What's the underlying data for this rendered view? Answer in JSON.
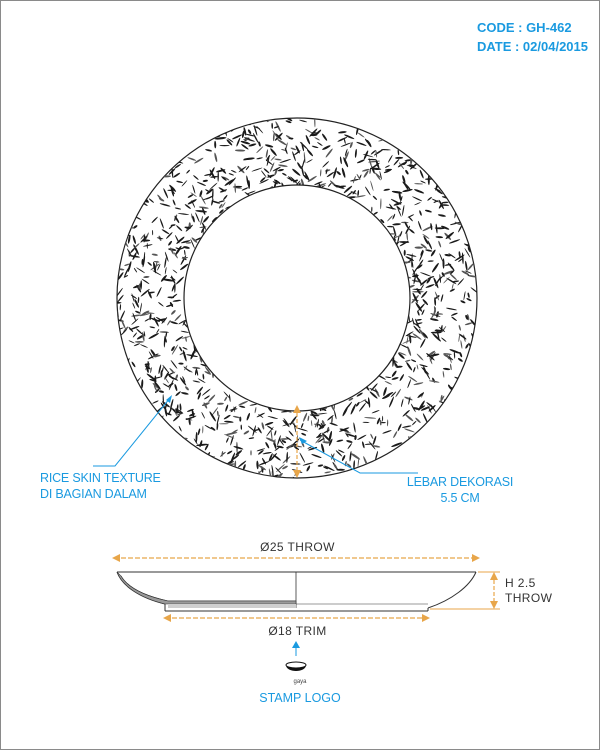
{
  "header": {
    "code": "CODE : GH-462",
    "date": "DATE : 02/04/2015"
  },
  "callouts": {
    "texture_line1": "RICE SKIN TEXTURE",
    "texture_line2": "DI BAGIAN DALAM",
    "width_line1": "LEBAR DEKORASI",
    "width_line2": "5.5 CM"
  },
  "dimensions": {
    "diameter_top": "Ø25 THROW",
    "height_line1": "H 2.5",
    "height_line2": "THROW",
    "diameter_bottom": "Ø18 TRIM"
  },
  "stamp": {
    "brand": "gaya",
    "label": "STAMP LOGO"
  },
  "colors": {
    "callout": "#1a9ae0",
    "dimension_line": "#e8a64a",
    "outline": "#333333"
  }
}
